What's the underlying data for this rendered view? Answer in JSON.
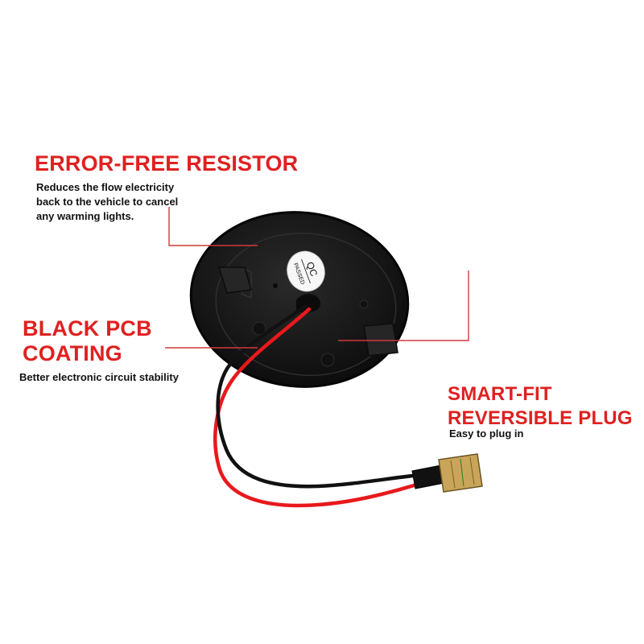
{
  "callouts": {
    "resistor": {
      "title": "ERROR-FREE RESISTOR",
      "lines": [
        "Reduces the flow electricity",
        "back to the vehicle to cancel",
        "any warming lights."
      ]
    },
    "pcb": {
      "title_lines": [
        "BLACK PCB",
        "COATING"
      ],
      "desc": "Better electronic circuit stability"
    },
    "plug": {
      "title_lines": [
        "SMART-FIT",
        "REVERSIBLE PLUG"
      ],
      "desc": "Easy to plug in"
    }
  },
  "sticker": {
    "line1": "QC",
    "line2": "PASSED"
  },
  "colors": {
    "accent": "#e02020",
    "leader_line": "#d03a3a",
    "housing": "#141414",
    "wire_red": "#e8191c",
    "wire_black": "#111111",
    "plug": "#c9a55a"
  }
}
